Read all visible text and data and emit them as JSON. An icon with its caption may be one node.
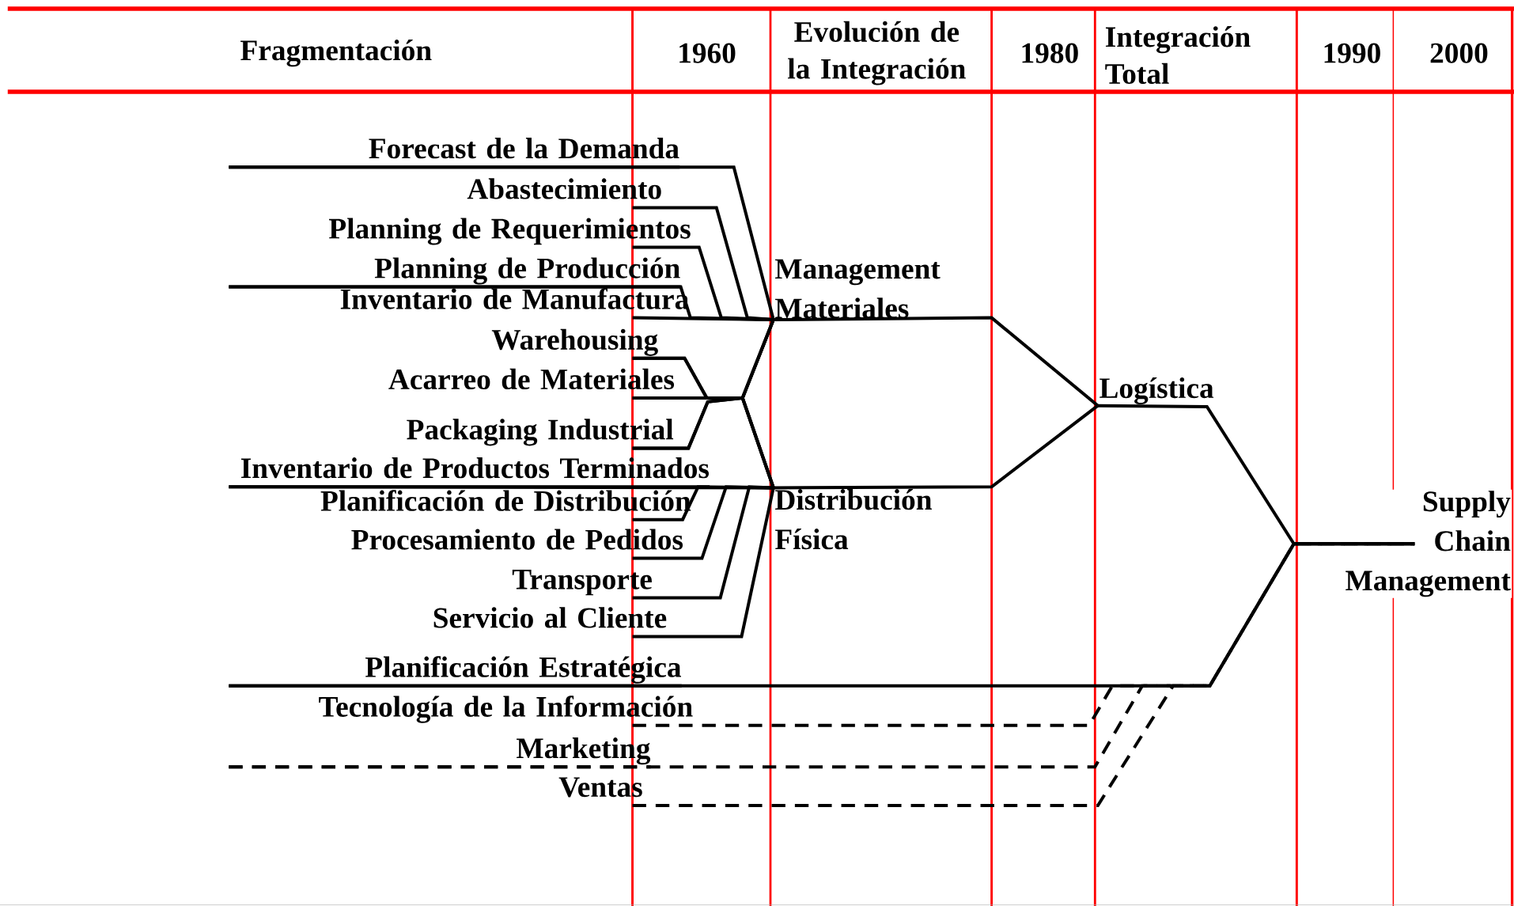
{
  "diagram": {
    "nodes": [
      {
        "text": [
          "Forecast de la Demanda"
        ]
      },
      {
        "text": [
          "Abastecimiento"
        ]
      },
      {
        "text": [
          "Planning de Requerimientos"
        ]
      },
      {
        "text": [
          "Planning de Producción"
        ]
      },
      {
        "text": [
          "Inventario de Manufactura"
        ]
      },
      {
        "text": [
          "Warehousing"
        ]
      },
      {
        "text": [
          "Acarreo de Materiales"
        ]
      },
      {
        "text": [
          "Packaging Industrial"
        ]
      },
      {
        "text": [
          "Inventario de Productos Terminados"
        ]
      },
      {
        "text": [
          "Planificación de Distribución"
        ]
      },
      {
        "text": [
          "Procesamiento de Pedidos"
        ]
      },
      {
        "text": [
          "Transporte"
        ]
      },
      {
        "text": [
          "Servicio al Cliente"
        ]
      },
      {
        "text": [
          "Planificación Estratégica"
        ]
      },
      {
        "text": [
          "Tecnología de la Información"
        ]
      },
      {
        "text": [
          "Marketing"
        ]
      },
      {
        "text": [
          "Ventas"
        ]
      },
      {
        "text": [
          "Management Materiales"
        ]
      },
      {
        "text": [
          "Distribución Física"
        ]
      },
      {
        "text": [
          "Logística"
        ]
      },
      {
        "text": [
          "Supply Chain Management"
        ]
      }
    ],
    "edges": [
      {
        "from": 0,
        "to": 17,
        "arrow": "none"
      },
      {
        "from": 1,
        "to": 17,
        "arrow": "none"
      },
      {
        "from": 2,
        "to": 17,
        "arrow": "none"
      },
      {
        "from": 3,
        "to": 17,
        "arrow": "none"
      },
      {
        "from": 4,
        "to": 17,
        "arrow": "none"
      },
      {
        "from": 5,
        "to": 17,
        "arrow": "none"
      },
      {
        "from": 5,
        "to": 18,
        "arrow": "none"
      },
      {
        "from": 6,
        "to": 17,
        "arrow": "none"
      },
      {
        "from": 6,
        "to": 18,
        "arrow": "none"
      },
      {
        "from": 7,
        "to": 17,
        "arrow": "none"
      },
      {
        "from": 7,
        "to": 18,
        "arrow": "none"
      },
      {
        "from": 8,
        "to": 18,
        "arrow": "none"
      },
      {
        "from": 9,
        "to": 18,
        "arrow": "none"
      },
      {
        "from": 10,
        "to": 18,
        "arrow": "none"
      },
      {
        "from": 11,
        "to": 18,
        "arrow": "none"
      },
      {
        "from": 12,
        "to": 18,
        "arrow": "none"
      },
      {
        "from": 17,
        "to": 19,
        "arrow": "none"
      },
      {
        "from": 18,
        "to": 19,
        "arrow": "none"
      },
      {
        "from": 13,
        "to": 20,
        "arrow": "none"
      },
      {
        "from": 19,
        "to": 20,
        "arrow": "none"
      },
      {
        "from": 14,
        "to": 20,
        "arrow": "none",
        "style": "dashed"
      },
      {
        "from": 15,
        "to": 20,
        "arrow": "none",
        "style": "dashed"
      },
      {
        "from": 16,
        "to": 20,
        "arrow": "none",
        "style": "dashed"
      }
    ],
    "labels": [
      "Fragmentación",
      "1960",
      "Evolución de la Integración",
      "1980",
      "Integración Total",
      "1990",
      "2000"
    ]
  }
}
